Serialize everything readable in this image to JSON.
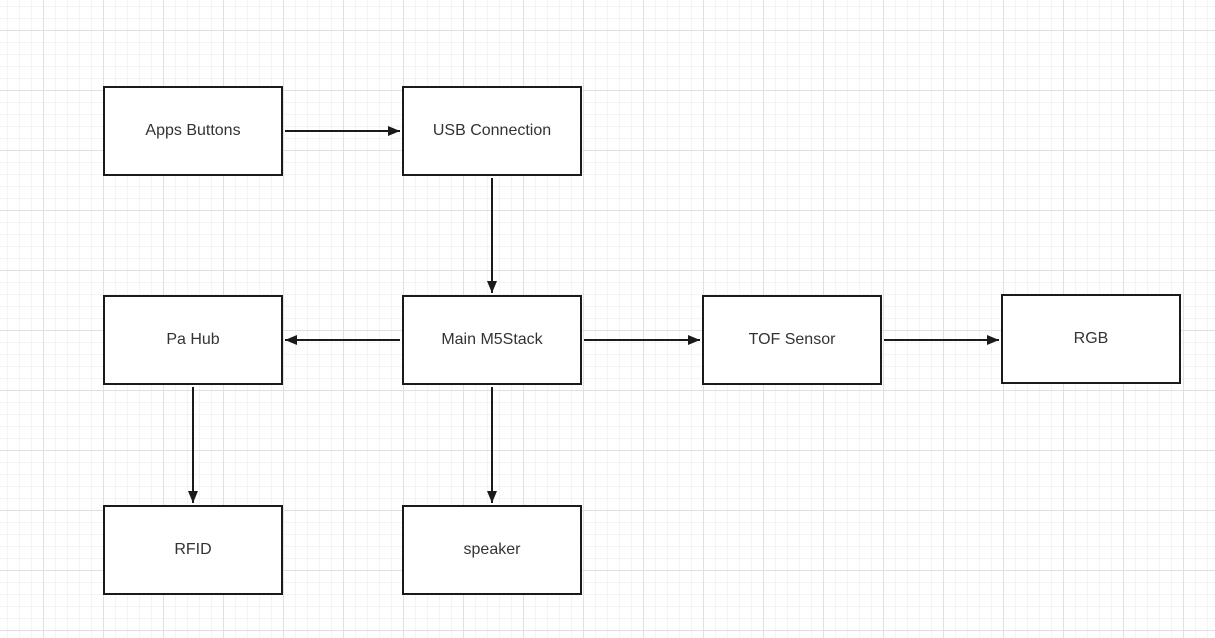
{
  "diagram": {
    "kind": "flowchart",
    "nodes": [
      {
        "id": "apps_buttons",
        "label": "Apps Buttons"
      },
      {
        "id": "usb_connection",
        "label": "USB Connection"
      },
      {
        "id": "pa_hub",
        "label": "Pa Hub"
      },
      {
        "id": "main_m5stack",
        "label": "Main M5Stack"
      },
      {
        "id": "tof_sensor",
        "label": "TOF Sensor"
      },
      {
        "id": "rgb",
        "label": "RGB"
      },
      {
        "id": "rfid",
        "label": "RFID"
      },
      {
        "id": "speaker",
        "label": "speaker"
      }
    ],
    "edges": [
      {
        "from": "apps_buttons",
        "to": "usb_connection",
        "direction": "right"
      },
      {
        "from": "usb_connection",
        "to": "main_m5stack",
        "direction": "down"
      },
      {
        "from": "main_m5stack",
        "to": "pa_hub",
        "direction": "left"
      },
      {
        "from": "main_m5stack",
        "to": "tof_sensor",
        "direction": "right"
      },
      {
        "from": "tof_sensor",
        "to": "rgb",
        "direction": "right"
      },
      {
        "from": "pa_hub",
        "to": "rfid",
        "direction": "down"
      },
      {
        "from": "main_m5stack",
        "to": "speaker",
        "direction": "down"
      }
    ],
    "colors": {
      "canvas_bg": "#ffffff",
      "grid_minor": "#f4f4f4",
      "grid_major": "#e0e0e0",
      "node_fill": "#ffffff",
      "node_border": "#1a1a1a",
      "edge_stroke": "#1a1a1a",
      "label_text": "#333333"
    }
  }
}
